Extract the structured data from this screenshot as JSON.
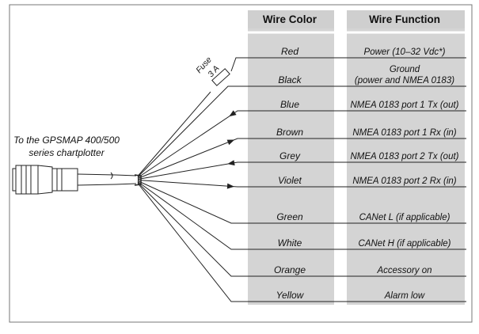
{
  "headers": {
    "color": "Wire Color",
    "function": "Wire Function"
  },
  "connector_label": [
    "To the GPSMAP 400/500",
    "series chartplotter"
  ],
  "fuse": {
    "label": "Fuse",
    "rating": "3 A"
  },
  "wires": [
    {
      "color": "Red",
      "function": [
        "Power (10–32 Vdc*)"
      ],
      "arrow": "none"
    },
    {
      "color": "Black",
      "function": [
        "Ground",
        "(power and NMEA 0183)"
      ],
      "arrow": "none"
    },
    {
      "color": "Blue",
      "function": [
        "NMEA 0183 port 1 Tx (out)"
      ],
      "arrow": "in"
    },
    {
      "color": "Brown",
      "function": [
        "NMEA 0183 port 1 Rx (in)"
      ],
      "arrow": "out"
    },
    {
      "color": "Grey",
      "function": [
        "NMEA 0183 port 2 Tx (out)"
      ],
      "arrow": "in"
    },
    {
      "color": "Violet",
      "function": [
        "NMEA 0183 port 2 Rx (in)"
      ],
      "arrow": "out"
    },
    {
      "color": "Green",
      "function": [
        "CANet L (if applicable)"
      ],
      "arrow": "none"
    },
    {
      "color": "White",
      "function": [
        "CANet H (if applicable)"
      ],
      "arrow": "none"
    },
    {
      "color": "Orange",
      "function": [
        "Accessory on"
      ],
      "arrow": "none"
    },
    {
      "color": "Yellow",
      "function": [
        "Alarm low"
      ],
      "arrow": "none"
    }
  ]
}
